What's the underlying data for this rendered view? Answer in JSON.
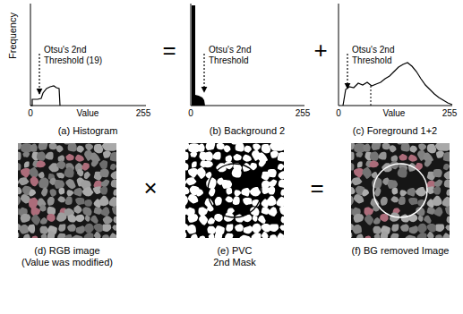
{
  "diagram": {
    "labels": [
      "Frequency",
      "Otsu's 2nd Threshold (19)",
      "0",
      "Value",
      "255",
      "(a) Histogram",
      "=",
      "Otsu's 2nd Threshold",
      "0",
      "255",
      "(b) Background 2",
      "+",
      "Otsu's 2nd Threshold",
      "0",
      "Value",
      "255",
      "(c) Foreground 1+2",
      "(d) RGB image (Value was modified)",
      "×",
      "(e) PVC 2nd Mask",
      "=",
      "(f) BG removed Image"
    ]
  }
}
